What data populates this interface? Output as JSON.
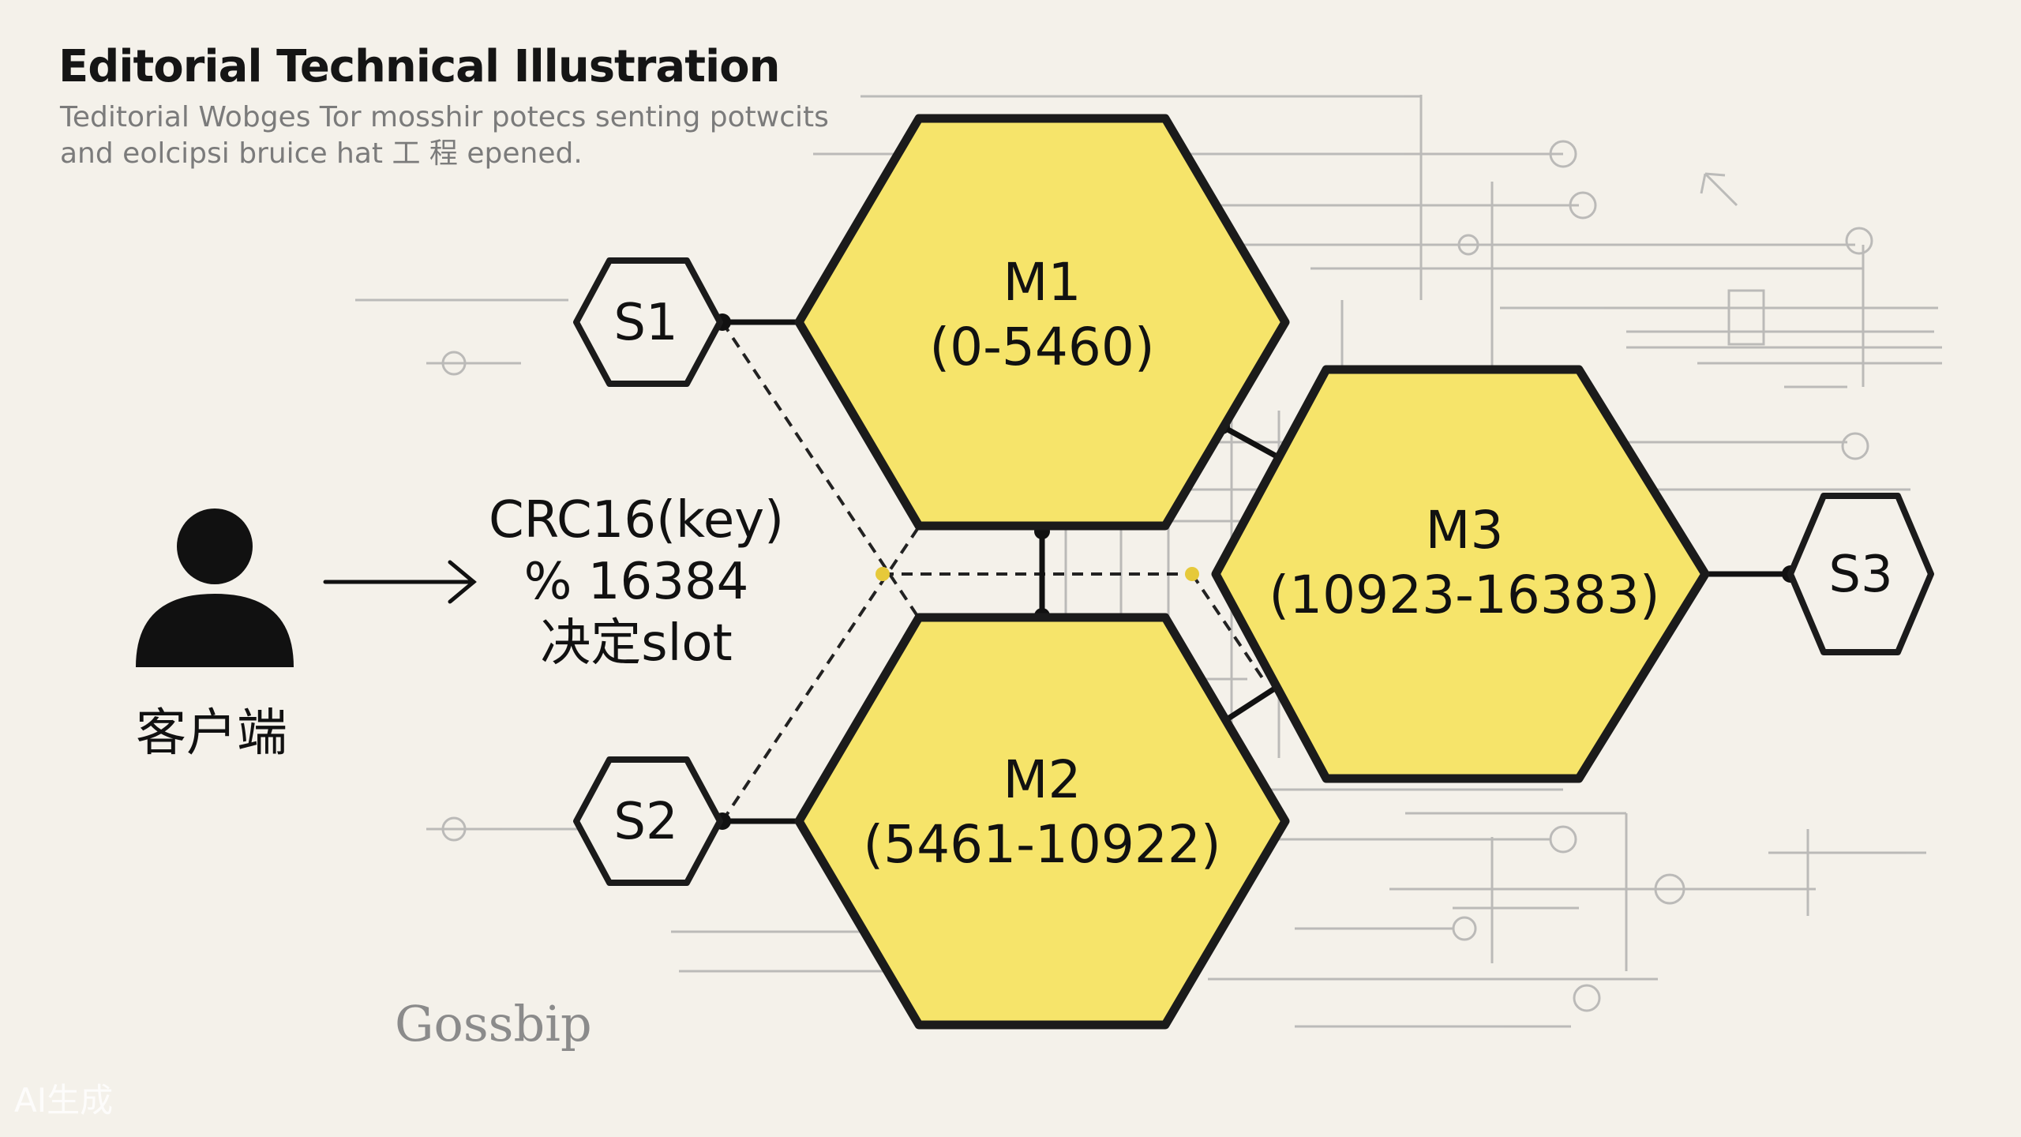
{
  "header": {
    "title": "Editorial Technical Illustration",
    "subtitle_line1": "Teditorial Wobges Tor mosshir potecs senting potwcits",
    "subtitle_line2": "and eolcipsi bruice hat 工 程 epened."
  },
  "client": {
    "label": "客户端"
  },
  "formula": {
    "line1": "CRC16(key)",
    "line2": "% 16384",
    "line3": "决定slot"
  },
  "masters": [
    {
      "name": "M1",
      "range": "(0-5460)"
    },
    {
      "name": "M2",
      "range": "(5461-10922)"
    },
    {
      "name": "M3",
      "range": "(10923-16383)"
    }
  ],
  "slaves": [
    {
      "name": "S1"
    },
    {
      "name": "S2"
    },
    {
      "name": "S3"
    }
  ],
  "footer": {
    "signature": "Gossbip",
    "watermark": "AI生成"
  },
  "colors": {
    "hex_fill": "#f6e46a",
    "outline": "#1b1b1b",
    "background": "#f4f1ea",
    "sketch": "#a8a8a8"
  }
}
